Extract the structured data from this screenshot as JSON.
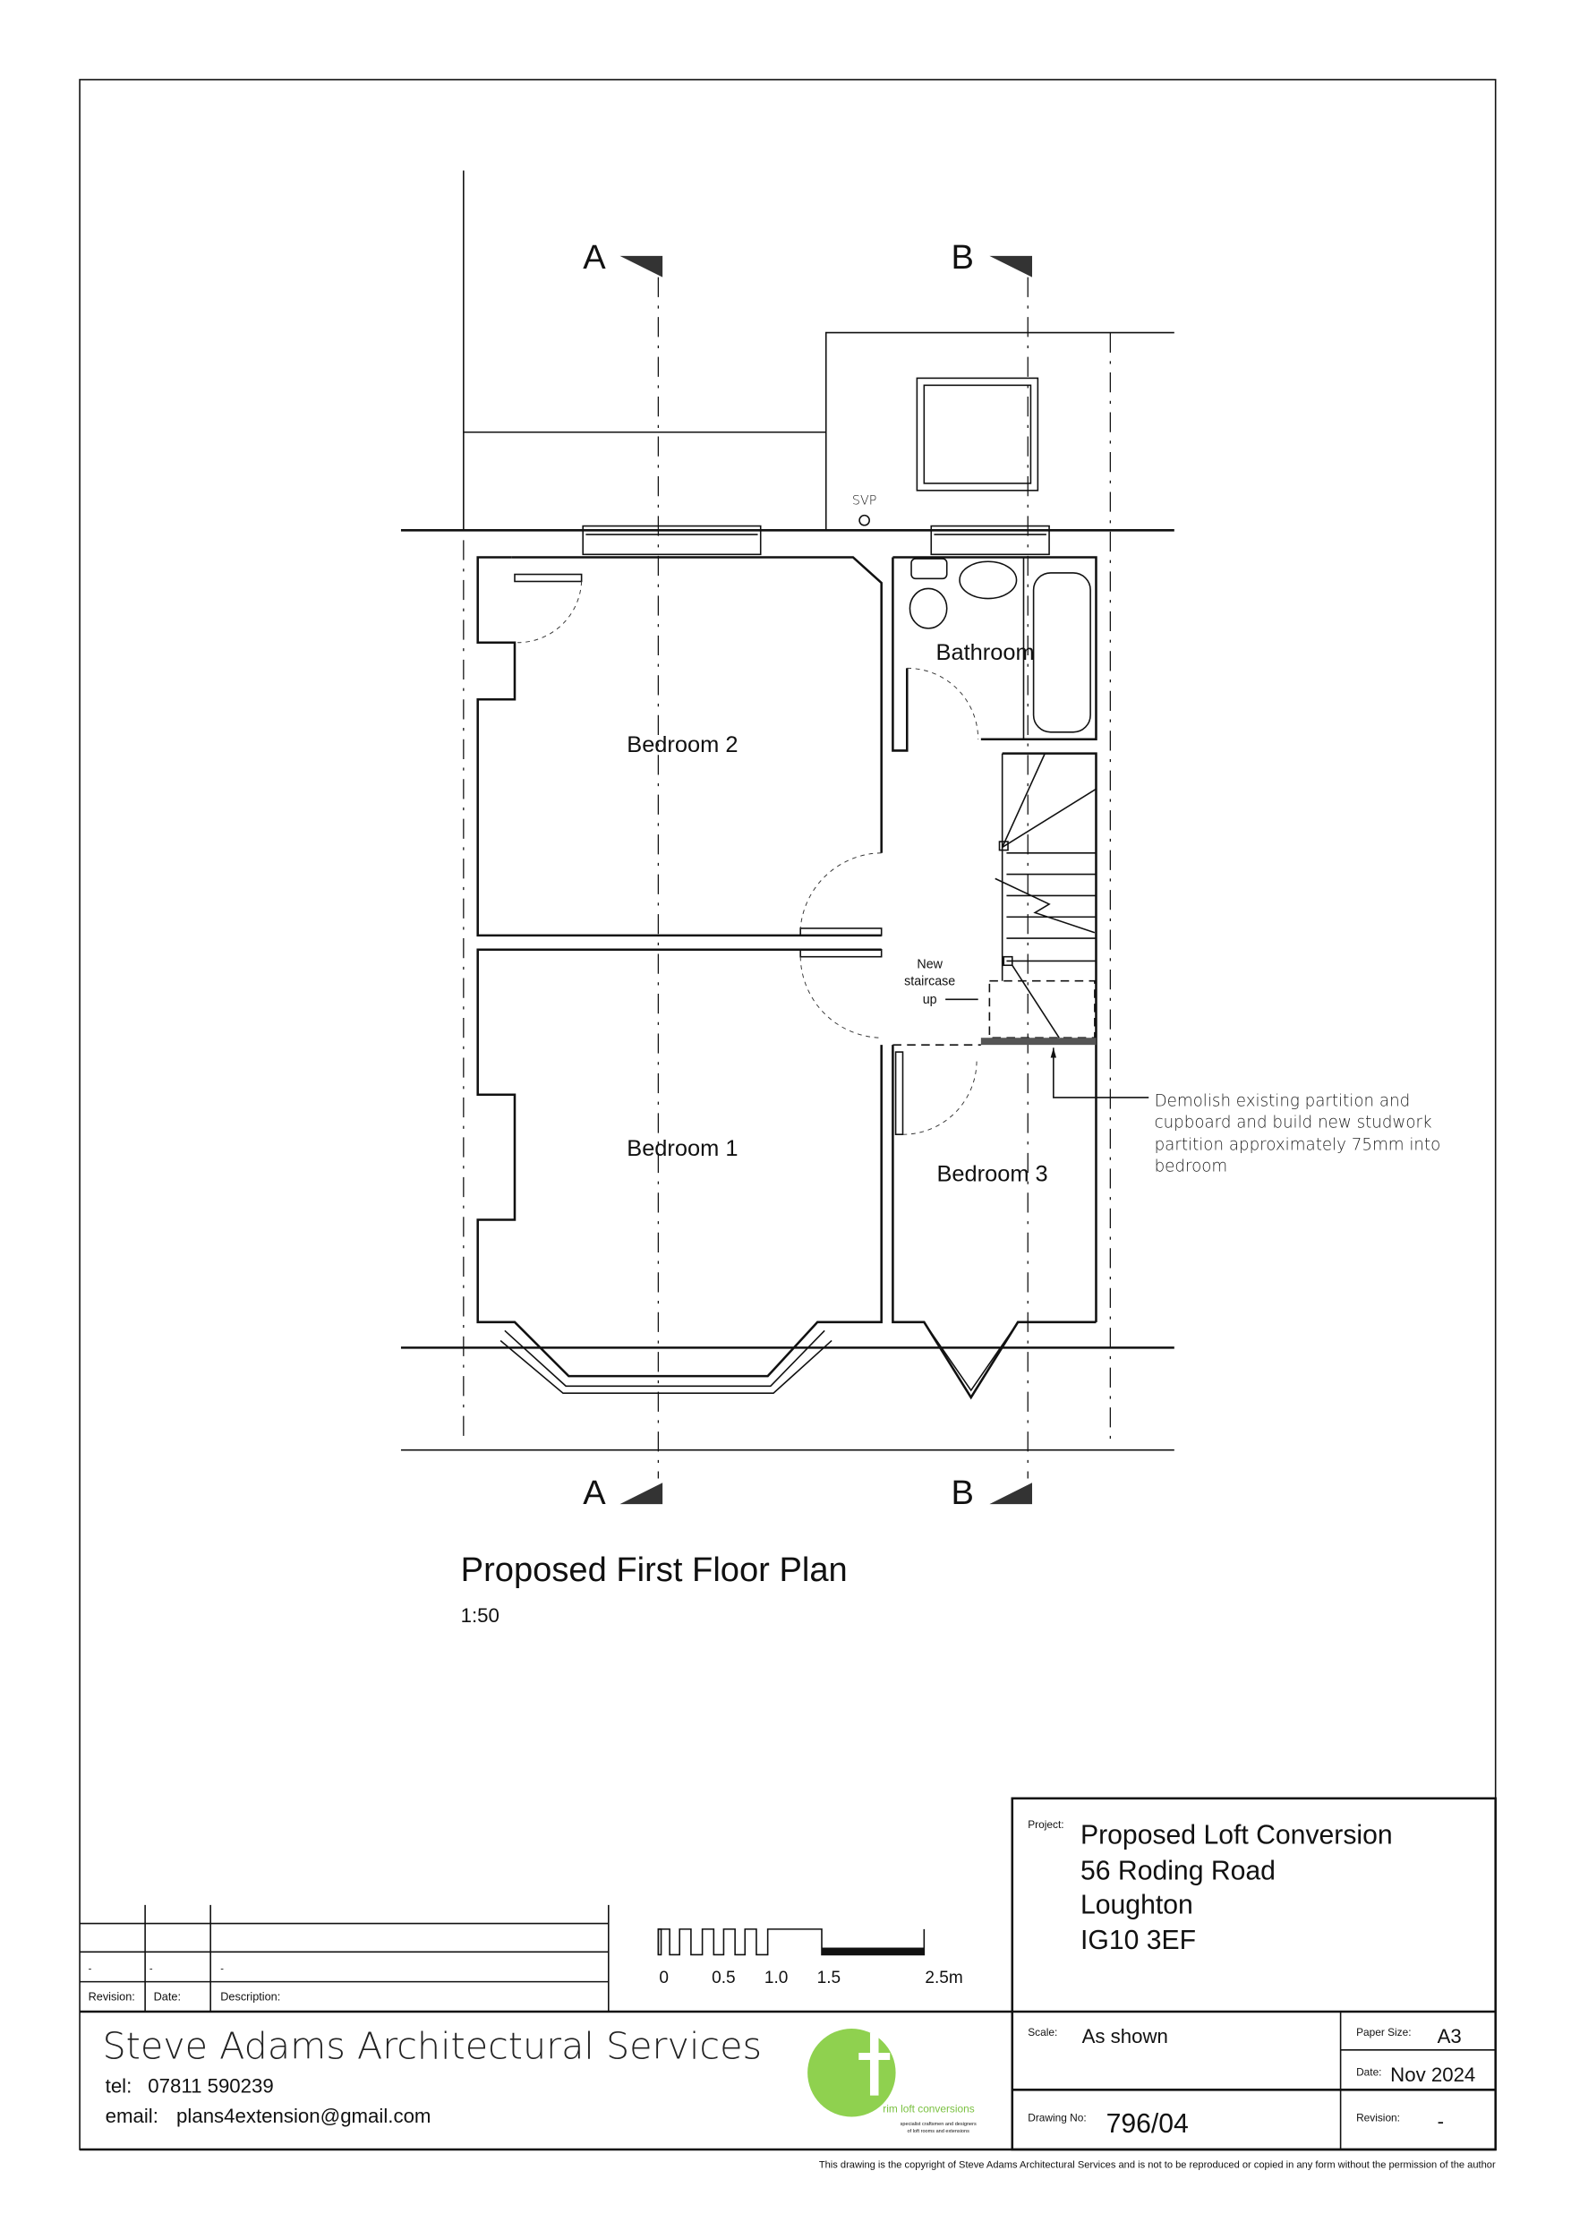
{
  "drawing": {
    "title": "Proposed First Floor Plan",
    "scale_ratio": "1:50",
    "section_markers": [
      "A",
      "B"
    ],
    "rooms": [
      "Bedroom 2",
      "Bathroom",
      "Bedroom 1",
      "Bedroom 3"
    ],
    "svp_label": "SVP",
    "stair_note": [
      "New",
      "staircase",
      "up"
    ],
    "annotation": [
      "Demolish existing partition and",
      "cupboard and build new studwork",
      "partition approximately 75mm into",
      "bedroom"
    ]
  },
  "scale_bar": {
    "ticks": [
      "0",
      "0.5",
      "1.0",
      "1.5",
      "2.5m"
    ]
  },
  "revision_table": {
    "headers": [
      "Revision:",
      "Date:",
      "Description:"
    ],
    "rows": [
      [
        "-",
        "-",
        "-"
      ]
    ]
  },
  "company": {
    "name": "Steve Adams Architectural Services",
    "tel_label": "tel:",
    "tel": "07811 590239",
    "email_label": "email:",
    "email": "plans4extension@gmail.com",
    "logo_text": "rim loft conversions",
    "logo_tagline": [
      "specialist craftsmen and designers",
      "of loft rooms and extensions"
    ],
    "logo_color": "#8fd14f"
  },
  "title_block": {
    "project_label": "Project:",
    "project_lines": [
      "Proposed Loft Conversion",
      "56 Roding Road",
      "Loughton",
      "IG10 3EF"
    ],
    "scale_label": "Scale:",
    "scale": "As shown",
    "paper_label": "Paper Size:",
    "paper": "A3",
    "date_label": "Date:",
    "date": "Nov 2024",
    "drawing_no_label": "Drawing No:",
    "drawing_no": "796/04",
    "revision_label": "Revision:",
    "revision": "-"
  },
  "copyright": "This drawing is the copyright of Steve Adams Architectural Services and is not to be reproduced or copied in any form without the permission of the author"
}
